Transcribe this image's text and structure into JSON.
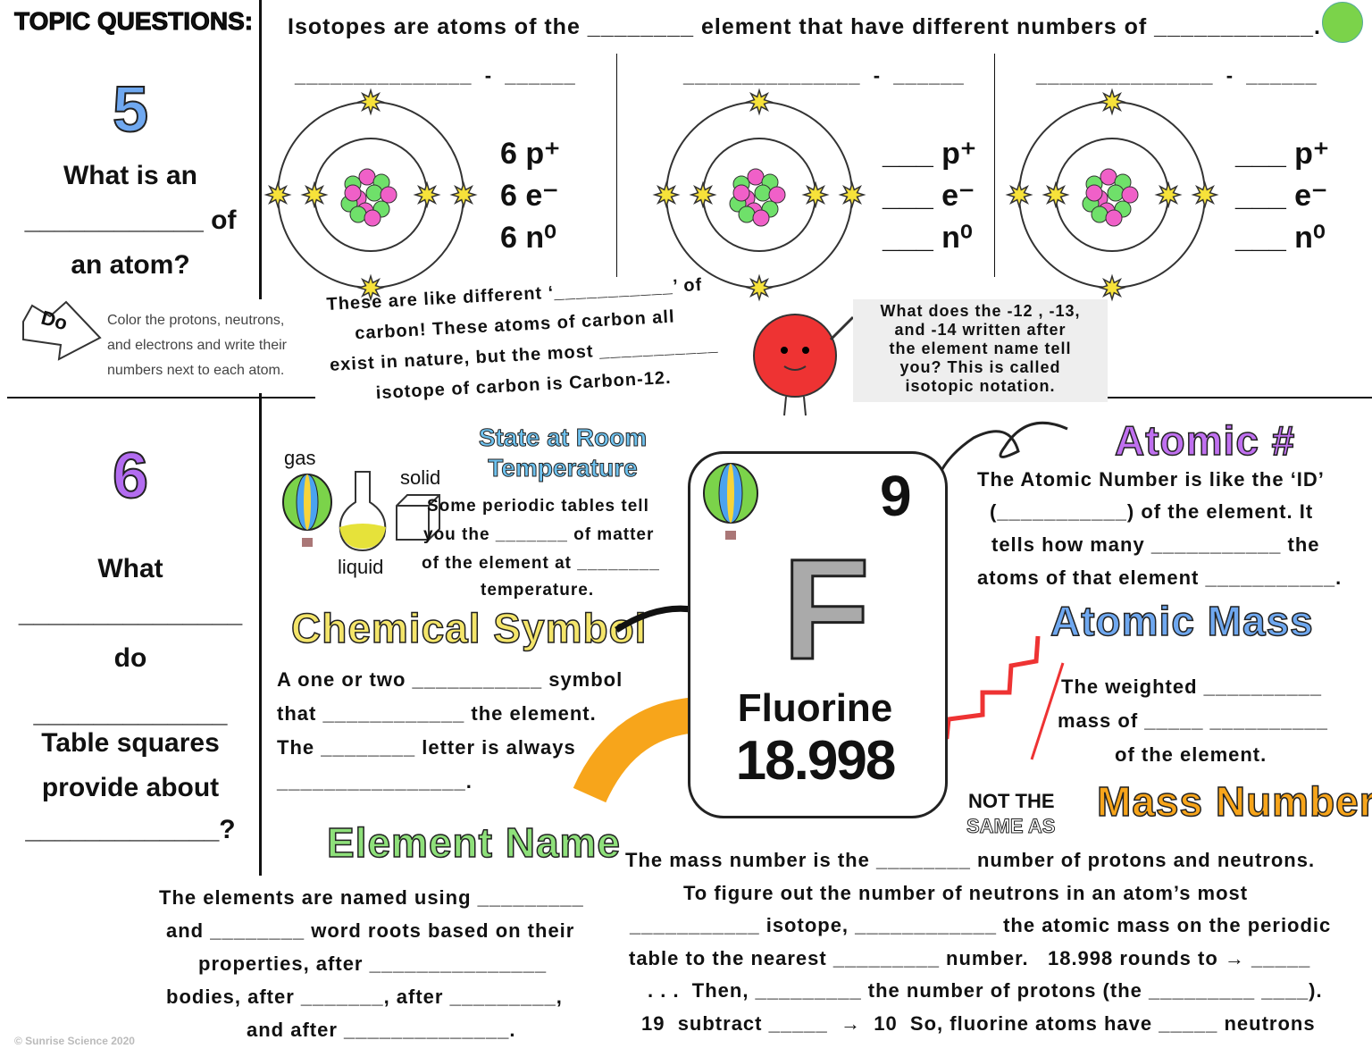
{
  "header": {
    "topic": "TOPIC QUESTIONS:",
    "isotope_def": "Isotopes are atoms of the ________ element that have different numbers of ____________."
  },
  "q5": {
    "number": "5",
    "lines": [
      "What is an",
      "____________ of",
      "an atom?"
    ]
  },
  "do_box": {
    "badge": "Do",
    "text": [
      "Color the protons, neutrons,",
      "and electrons and write their",
      "numbers next to each atom."
    ]
  },
  "atoms": [
    {
      "name_blank": "_______________  -  ______",
      "p": "6 p⁺",
      "e": "6 e⁻",
      "n": "6 n⁰"
    },
    {
      "name_blank": "_______________  -  ______",
      "p": "___ p⁺",
      "e": "___ e⁻",
      "n": "___ n⁰"
    },
    {
      "name_blank": "_______________  -  ______",
      "p": "___ p⁺",
      "e": "___ e⁻",
      "n": "___ n⁰"
    }
  ],
  "isotope_note": [
    "These are like different ‘___________’ of",
    "carbon! These atoms of carbon all",
    "exist in nature, but the most ___________",
    "isotope of carbon is Carbon-12."
  ],
  "notation_box": [
    "What does the -12 , -13,",
    "and -14 written after",
    "the element name tell",
    "you? This is called",
    "isotopic notation."
  ],
  "q6": {
    "number": "6",
    "lines": [
      "What",
      "_______________",
      "do",
      "_____________",
      "Table squares",
      "provide about",
      "_____________?"
    ]
  },
  "state": {
    "title": [
      "State at Room",
      "Temperature"
    ],
    "gas": "gas",
    "solid": "solid",
    "liquid": "liquid",
    "text": [
      "Some periodic tables tell",
      "you the _______ of matter",
      "of the element at ________",
      "temperature."
    ]
  },
  "chemical_symbol": {
    "title": "Chemical Symbol",
    "lines": [
      "A one or two ___________ symbol",
      "that ____________ the element.",
      "The ________ letter is always",
      "________________."
    ]
  },
  "element_name": {
    "title": "Element Name",
    "lines": [
      "The elements are named using _________",
      "and ________ word roots based on their",
      "properties, after _______________",
      "bodies, after _______, after _________,",
      "and after ______________."
    ]
  },
  "tile": {
    "number": "9",
    "symbol": "F",
    "name": "Fluorine",
    "mass": "18.998"
  },
  "atomic_number": {
    "title": "Atomic #",
    "lines": [
      "The Atomic Number is like the ‘ID’",
      "(___________) of the element. It",
      "tells how many ___________ the",
      "atoms of that element ___________."
    ]
  },
  "atomic_mass": {
    "title": "Atomic Mass",
    "lines": [
      "The weighted __________",
      "mass of _____ __________",
      "of the element."
    ]
  },
  "not_same": [
    "NOT THE",
    "SAME AS"
  ],
  "mass_number": {
    "title": "Mass Number",
    "lines": [
      "The mass number is the ________ number of protons and neutrons.",
      "To figure out the number of neutrons in an atom’s most",
      "___________ isotope, ____________ the atomic mass on the periodic",
      "table to the nearest _________ number.   18.998 rounds to → _____",
      ". . .  Then, _________ the number of protons (the _________ ____).",
      "19  subtract _____  →  10  So, fluorine atoms have _____ neutrons"
    ]
  },
  "footer": "© Sunrise Science 2020",
  "colors": {
    "q5": "#6fa8f0",
    "q6": "#b36cf0",
    "atomic_number": "#c070f0",
    "atomic_mass": "#6fa8f0",
    "mass_number": "#f7a51b",
    "chem_symbol": "#f4e56a",
    "element_name": "#8ee07a",
    "state": "#6fc3f0",
    "dot": "#7bd34a"
  }
}
